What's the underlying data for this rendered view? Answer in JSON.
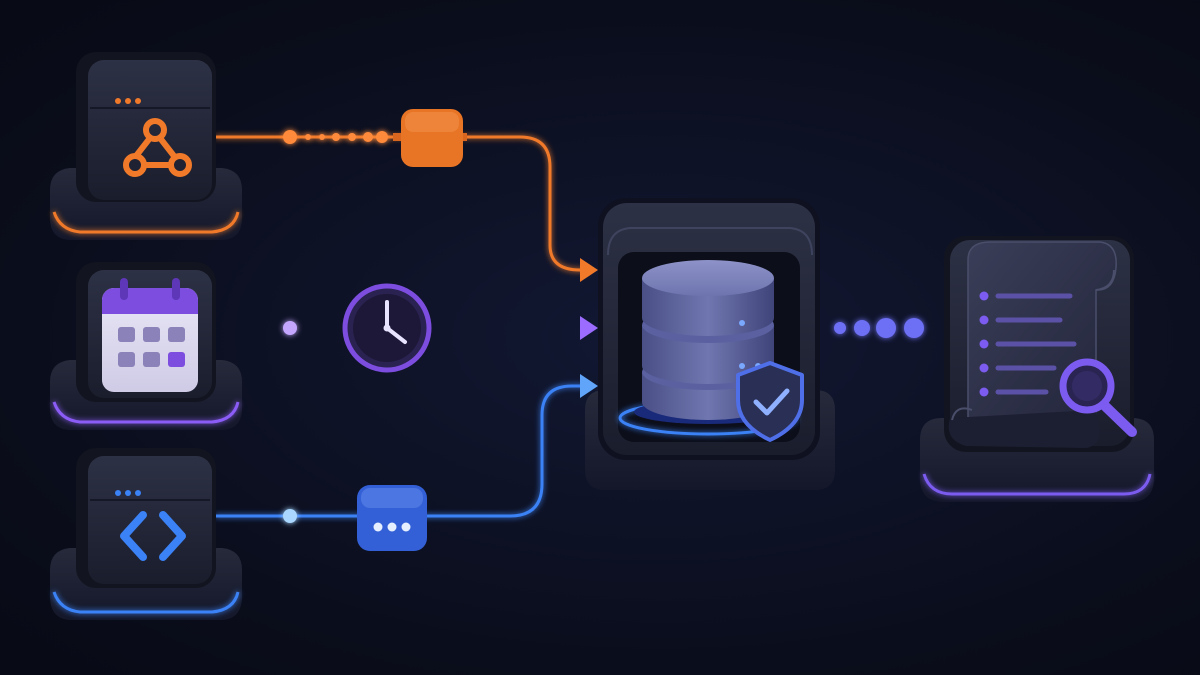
{
  "diagram": {
    "sources": [
      {
        "id": "webhook",
        "icon": "webhook-icon",
        "accent": "#f07a2a"
      },
      {
        "id": "schedule",
        "icon": "calendar-icon",
        "accent": "#8b5cf6"
      },
      {
        "id": "api",
        "icon": "code-brackets-icon",
        "accent": "#3b82f6"
      }
    ],
    "connectors": [
      {
        "id": "webhook-link",
        "badge": "queue-block",
        "color": "#f07a2a"
      },
      {
        "id": "schedule-link",
        "badge": "clock-icon",
        "color": "#8b5cf6"
      },
      {
        "id": "api-link",
        "badge": "ellipsis-block",
        "color": "#3b82f6"
      }
    ],
    "hub": {
      "icon": "database-icon",
      "badge": "shield-check-icon"
    },
    "output": {
      "icon": "log-scroll-icon",
      "badge": "magnifier-icon",
      "accent": "#7c5cf0"
    },
    "link_colors": {
      "output": "#5b5ff0"
    }
  }
}
